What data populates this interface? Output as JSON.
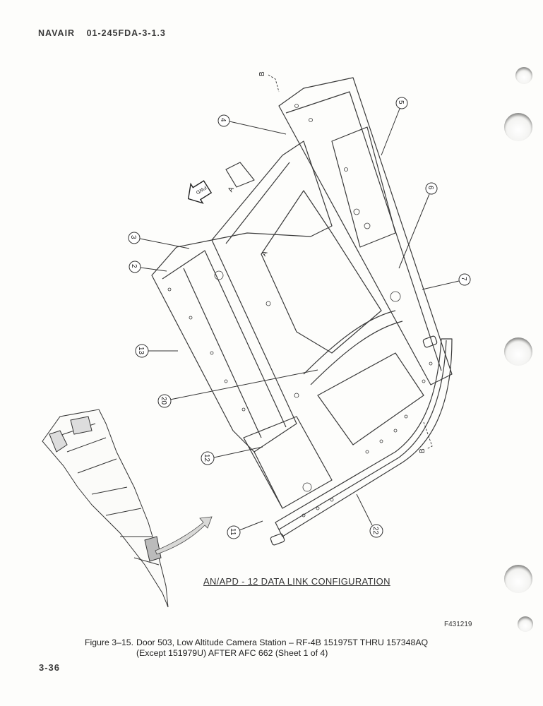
{
  "header": {
    "org": "NAVAIR",
    "doc_number": "01-245FDA-3-1.3"
  },
  "figure": {
    "configuration_title": "AN/APD - 12 DATA LINK CONFIGURATION",
    "figure_id": "F431219",
    "caption_label": "Figure 3–15.",
    "caption_line1": "Door 503, Low Altitude Camera Station – RF-4B 151975T THRU 157348AQ",
    "caption_line2": "(Except 151979U) AFTER AFC 662 (Sheet 1 of 4)"
  },
  "drawing": {
    "forward_arrow_label": "FWD",
    "section_markers": [
      "B",
      "A",
      "A",
      "B"
    ],
    "callouts": [
      "4",
      "5",
      "6",
      "7",
      "3",
      "2",
      "13",
      "20",
      "12",
      "11",
      "22"
    ]
  },
  "footer": {
    "page_number": "3-36"
  },
  "binder_holes": 5
}
